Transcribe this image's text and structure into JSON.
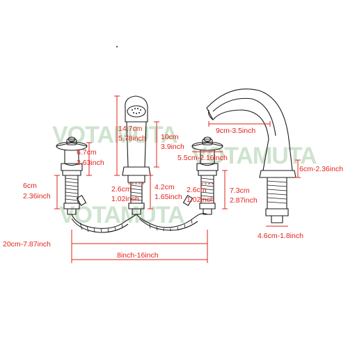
{
  "watermark": {
    "text": "VOTAMUTA"
  },
  "dimensions": {
    "left_handle_height": {
      "cm": "6.7cm",
      "inch": "2.63inch"
    },
    "left_base_height": {
      "cm": "6cm",
      "inch": "2.36inch"
    },
    "hand_shower_length": {
      "cm": "14.7cm",
      "inch": "5.78inch"
    },
    "hand_shower_head": {
      "cm": "10cm",
      "inch": "3.9inch"
    },
    "shower_base_width": {
      "cm": "2.6cm",
      "inch": "1.02inch"
    },
    "shower_base_height": {
      "cm": "4.2cm",
      "inch": "1.65inch"
    },
    "spout_reach": {
      "text": "9cm-3.5inch"
    },
    "right_handle_width": {
      "text": "5.5cm-2.16inch"
    },
    "right_shank_width": {
      "cm": "2.6cm",
      "inch": "1.02inch"
    },
    "right_handle_height": {
      "cm": "7.3cm",
      "inch": "2.87inch"
    },
    "spout_height": {
      "text": "6cm-2.36inch"
    },
    "spout_base_width": {
      "text": "4.6cm-1.8inch"
    },
    "hose_length": {
      "text": "20cm-7.87inch"
    },
    "spread": {
      "text": "8inch-16inch"
    }
  }
}
